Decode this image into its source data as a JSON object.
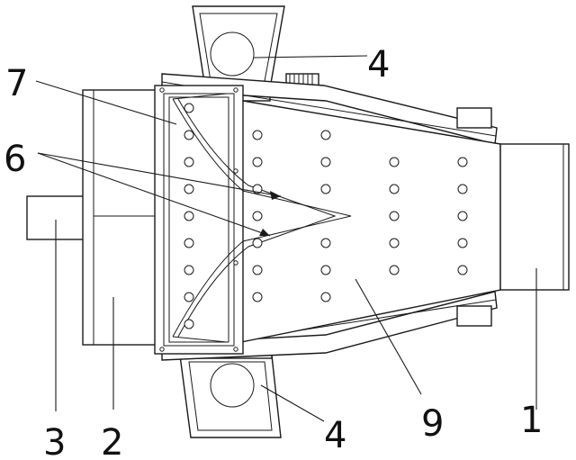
{
  "labels": {
    "l1": "1",
    "l2": "2",
    "l3": "3",
    "l4_top": "4",
    "l4_bottom": "4",
    "l6": "6",
    "l7": "7",
    "l9": "9"
  }
}
